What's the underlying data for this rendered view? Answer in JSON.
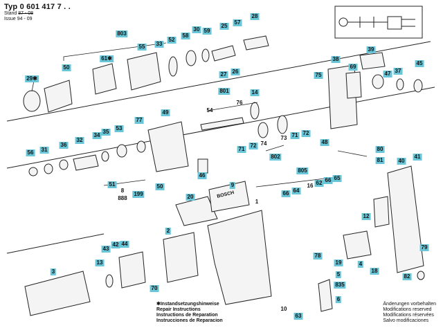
{
  "header": {
    "typ_label": "Typ",
    "part_number": "0 601 417 7 . .",
    "stand_label": "Stand",
    "stand_old": "87 - 08",
    "issue_label": "Issue",
    "issue_value": "94 - 09"
  },
  "footer": {
    "notes": [
      "✱Instandsetzungshinweise",
      "Repair Instructions",
      "Instructions de Reparation",
      "Instrucciones de Reparacion"
    ],
    "modifications": [
      "Änderungen vorbehalten",
      "Modifications reserved",
      "Modifications réservées",
      "Salvo modificaciones"
    ]
  },
  "part_labels": [
    "803",
    "50",
    "55",
    "33",
    "52",
    "58",
    "30",
    "59",
    "25",
    "57",
    "28",
    "61✱",
    "29✱",
    "27",
    "26",
    "39",
    "69",
    "47",
    "37",
    "45",
    "38",
    "75",
    "801",
    "54",
    "76",
    "14",
    "49",
    "53",
    "77",
    "34",
    "35",
    "56",
    "31",
    "32",
    "36",
    "71",
    "72",
    "74",
    "73",
    "71",
    "72",
    "48",
    "802",
    "80",
    "81",
    "40",
    "41",
    "51",
    "50",
    "46",
    "805",
    "16",
    "62",
    "66",
    "65",
    "9",
    "66",
    "64",
    "20",
    "12",
    "2",
    "42",
    "44",
    "43",
    "13",
    "3",
    "79",
    "4",
    "18",
    "82",
    "70",
    "78",
    "19",
    "5",
    "835",
    "6",
    "10",
    "63"
  ],
  "plain_labels": [
    "8",
    "888",
    "199",
    "1"
  ],
  "housing_brand": "BOSCH"
}
